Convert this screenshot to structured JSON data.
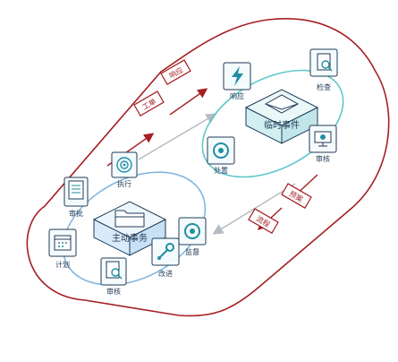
{
  "diagram": {
    "colors": {
      "loop": "#a51e22",
      "teal_ring": "#5ec7c9",
      "blue_ring": "#7fb6e2",
      "arrow_gray": "#b5bcc4",
      "icon_dark": "#1f3b57",
      "icon_accent": "#1e8fa3",
      "tag_border": "#a51e22"
    },
    "tags": {
      "gongdan": "工单",
      "zhaoyao": "响应",
      "jiejue": "预案",
      "liucheng": "流程"
    },
    "right_cluster": {
      "center": "临时事件",
      "nodes": {
        "response": "响应",
        "inspect": "检查",
        "handle": "处置",
        "review": "审核"
      }
    },
    "left_cluster": {
      "center": "主动事务",
      "nodes": {
        "approve": "审批",
        "execute": "执行",
        "plan": "计划",
        "check": "审核",
        "supervise": "监督",
        "improve": "改进"
      }
    }
  }
}
